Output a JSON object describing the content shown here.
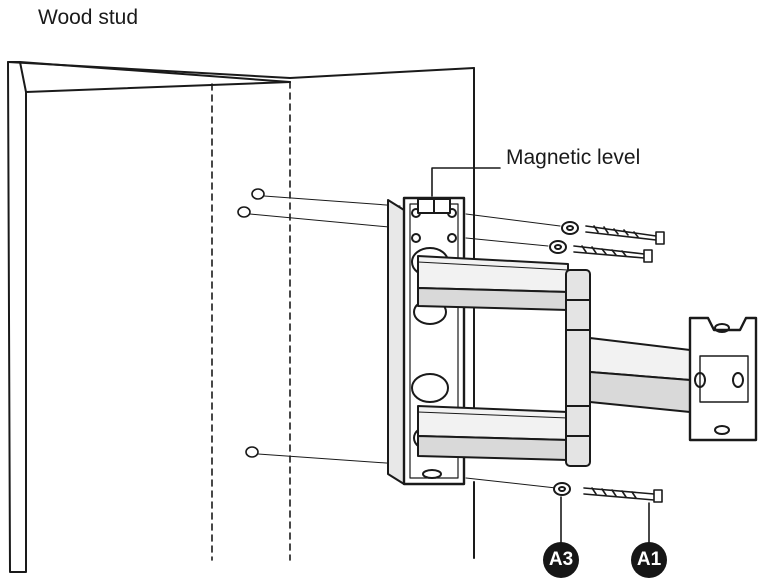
{
  "labels": {
    "wood_stud": "Wood stud",
    "magnetic_level": "Magnetic level"
  },
  "callouts": {
    "a3": "A3",
    "a1": "A1"
  }
}
